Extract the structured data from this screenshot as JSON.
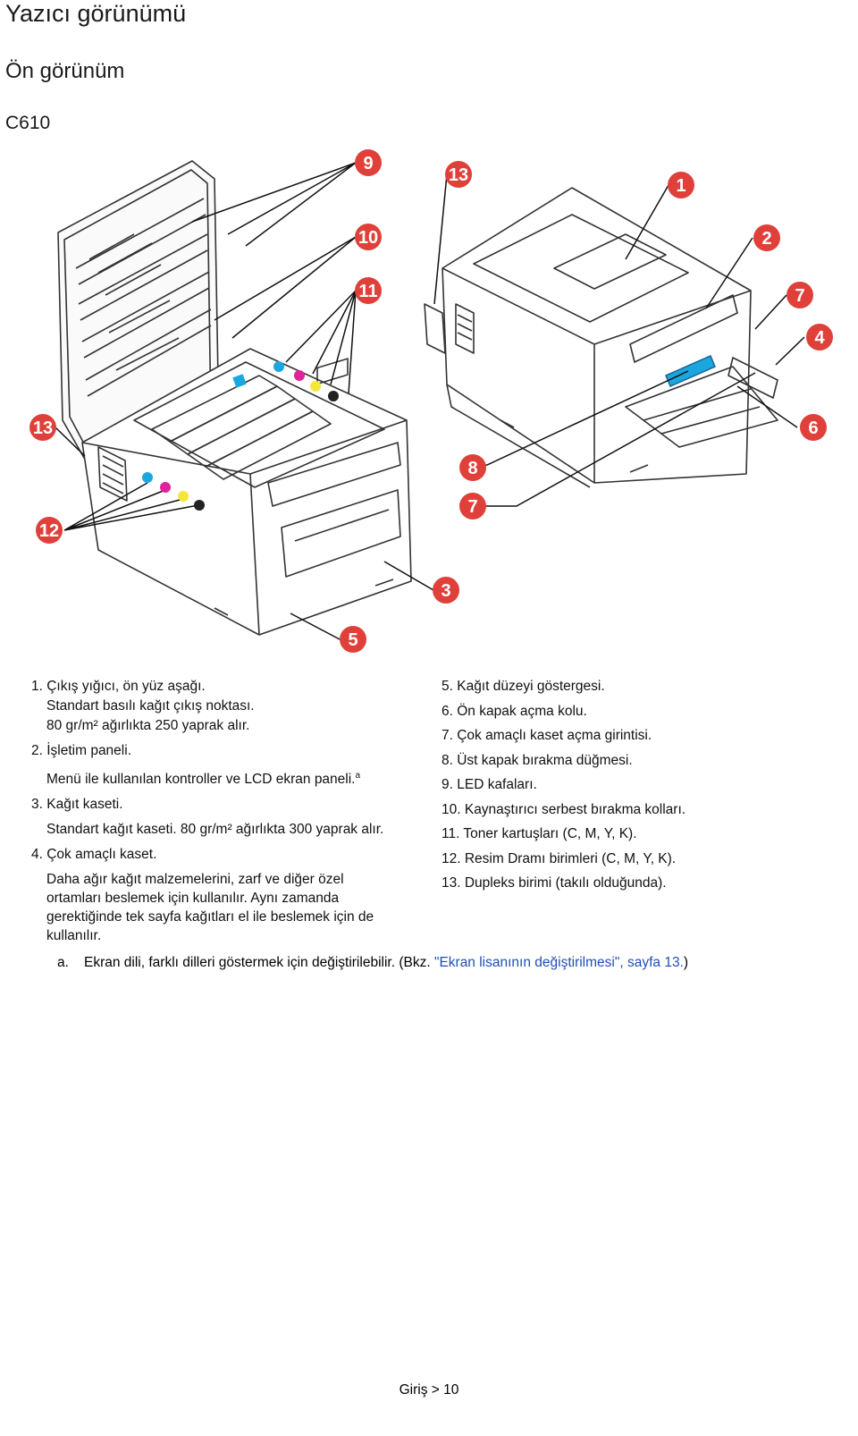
{
  "title": "Yazıcı görünümü",
  "subtitle": "Ön görünüm",
  "model": "C610",
  "callouts": [
    "9",
    "13",
    "1",
    "10",
    "2",
    "11",
    "7",
    "4",
    "13",
    "6",
    "8",
    "7",
    "12",
    "3",
    "5"
  ],
  "colors": {
    "callout": "#e0403a",
    "cyan": "#1aa7e0",
    "magenta": "#e0239a",
    "yellow": "#f5e63a",
    "black": "#222222",
    "link": "#1f4fb4"
  },
  "left_list": {
    "i1": "1. Çıkış yığıcı, ön yüz aşağı.",
    "i1_s1": "Standart basılı kağıt çıkış noktası.",
    "i1_s2": "80 gr/m² ağırlıkta 250 yaprak alır.",
    "i2": "2. İşletim paneli.",
    "i2_s1": "Menü ile kullanılan kontroller ve LCD ekran paneli.",
    "i2_sup": "a",
    "i3": "3. Kağıt kaseti.",
    "i3_s1": "Standart kağıt kaseti. 80 gr/m² ağırlıkta 300 yaprak alır.",
    "i4": "4. Çok amaçlı kaset.",
    "i4_s1": "Daha ağır kağıt malzemelerini, zarf ve diğer özel ortamları beslemek için kullanılır. Aynı zamanda gerektiğinde tek sayfa kağıtları el ile beslemek için de kullanılır."
  },
  "right_list": [
    "5. Kağıt düzeyi göstergesi.",
    "6. Ön kapak açma kolu.",
    "7. Çok amaçlı kaset açma girintisi.",
    "8. Üst kapak bırakma düğmesi.",
    "9. LED kafaları.",
    "10. Kaynaştırıcı serbest bırakma kolları.",
    "11. Toner kartuşları (C, M, Y, K).",
    "12. Resim Dramı birimleri (C, M, Y, K).",
    "13. Dupleks birimi (takılı olduğunda)."
  ],
  "footnote": {
    "letter": "a.",
    "text": "Ekran dili, farklı dilleri göstermek için değiştirilebilir. (Bkz. ",
    "link": "\"Ekran lisanının değiştirilmesi\", sayfa 13.",
    "close": ")"
  },
  "footer": "Giriş > 10"
}
